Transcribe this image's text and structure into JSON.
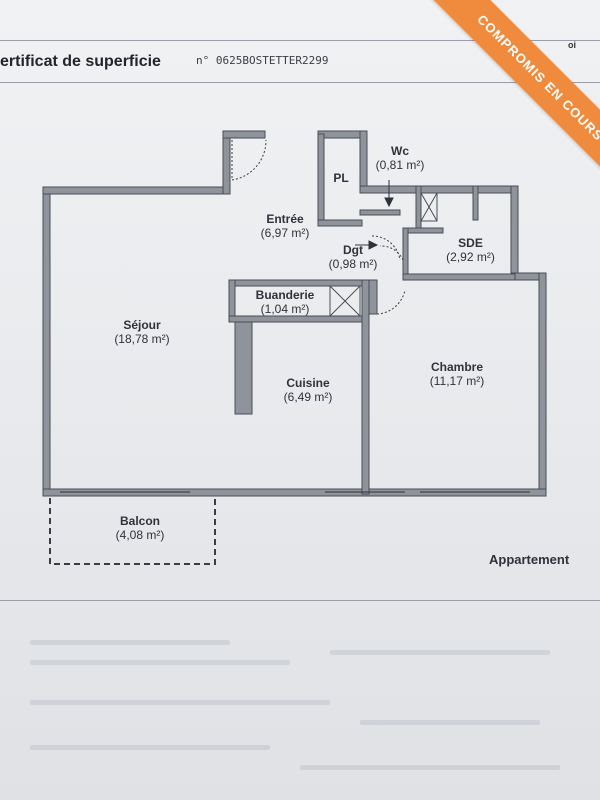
{
  "header": {
    "title": "ertificat de superficie",
    "cert_number": "n° 0625BOSTETTER2299",
    "corner_text": "oi"
  },
  "banner": {
    "text": "COMPROMIS EN COURS",
    "color": "#f08a3c"
  },
  "plan": {
    "footer_label": "Appartement",
    "rooms": {
      "sejour": {
        "name": "Séjour",
        "area": "(18,78 m²)"
      },
      "entree": {
        "name": "Entrée",
        "area": "(6,97 m²)"
      },
      "pl": {
        "name": "PL"
      },
      "wc": {
        "name": "Wc",
        "area": "(0,81 m²)"
      },
      "dgt": {
        "name": "Dgt",
        "area": "(0,98 m²)"
      },
      "sde": {
        "name": "SDE",
        "area": "(2,92 m²)"
      },
      "buanderie": {
        "name": "Buanderie",
        "area": "(1,04 m²)"
      },
      "cuisine": {
        "name": "Cuisine",
        "area": "(6,49 m²)"
      },
      "chambre": {
        "name": "Chambre",
        "area": "(11,17 m²)"
      },
      "balcon": {
        "name": "Balcon",
        "area": "(4,08 m²)"
      }
    },
    "wall_color": "#8f939b",
    "wall_outline": "#4a4e56"
  }
}
